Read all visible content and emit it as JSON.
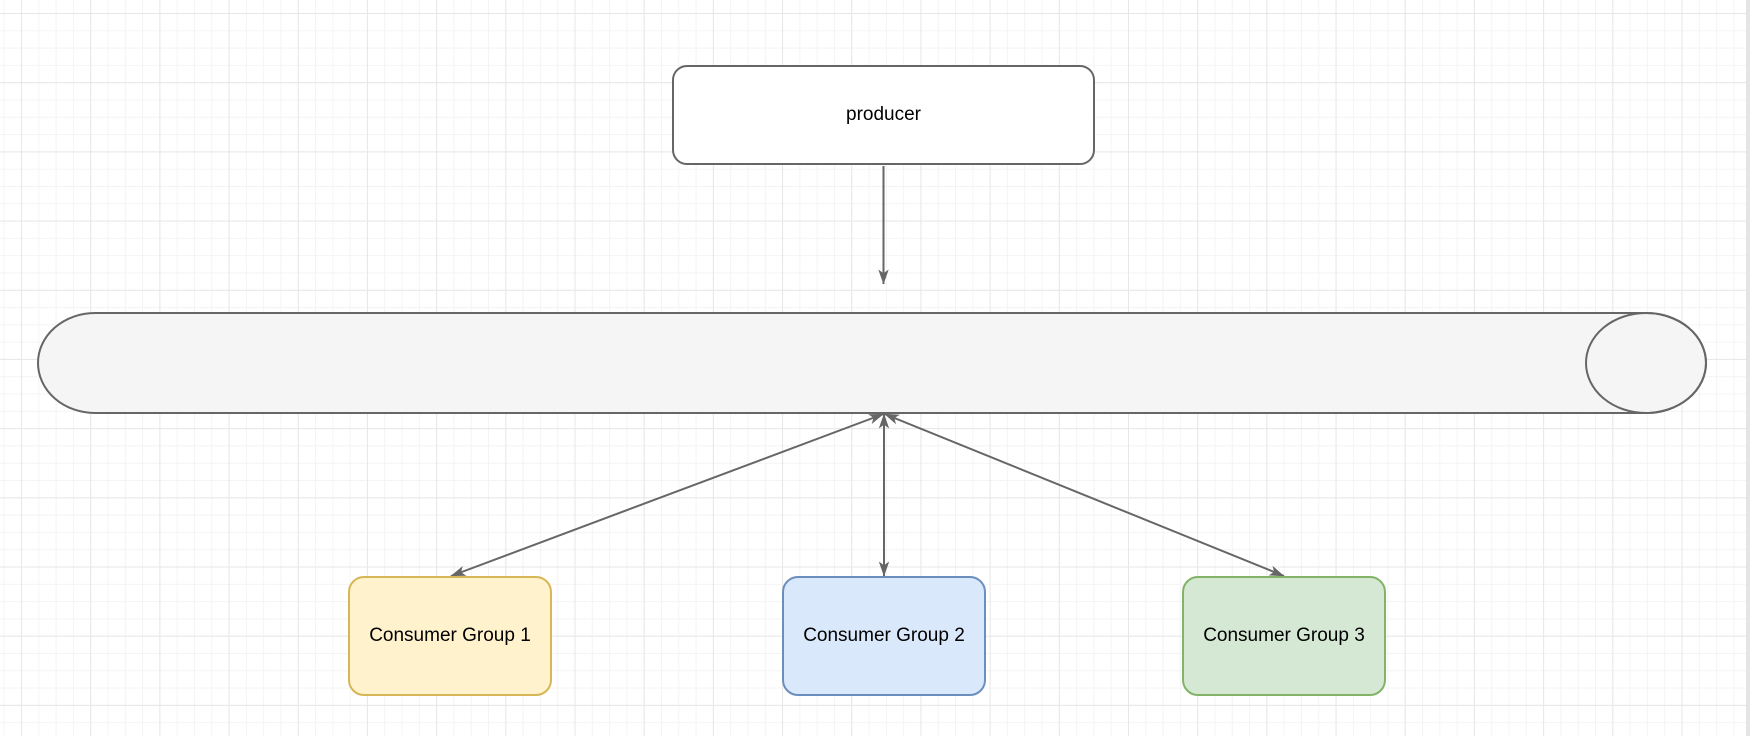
{
  "diagram": {
    "nodes": {
      "producer": {
        "label": "producer",
        "shape": "rounded-rectangle",
        "fill": "#ffffff",
        "stroke": "#666666"
      },
      "topic": {
        "label": "",
        "shape": "horizontal-cylinder",
        "fill": "#f5f5f5",
        "stroke": "#666666"
      },
      "consumer_group_1": {
        "label": "Consumer Group 1",
        "shape": "rounded-rectangle",
        "fill": "#fff2cc",
        "stroke": "#d6b656"
      },
      "consumer_group_2": {
        "label": "Consumer Group 2",
        "shape": "rounded-rectangle",
        "fill": "#dae8fc",
        "stroke": "#6c8ebf"
      },
      "consumer_group_3": {
        "label": "Consumer Group 3",
        "shape": "rounded-rectangle",
        "fill": "#d5e8d4",
        "stroke": "#82b366"
      }
    },
    "edges": [
      {
        "from": "producer",
        "to": "topic",
        "arrowheads": "end"
      },
      {
        "from": "topic",
        "to": "consumer_group_1",
        "arrowheads": "both"
      },
      {
        "from": "topic",
        "to": "consumer_group_2",
        "arrowheads": "both"
      },
      {
        "from": "topic",
        "to": "consumer_group_3",
        "arrowheads": "both"
      }
    ],
    "edge_color": "#666666",
    "text_color": "#000000"
  }
}
